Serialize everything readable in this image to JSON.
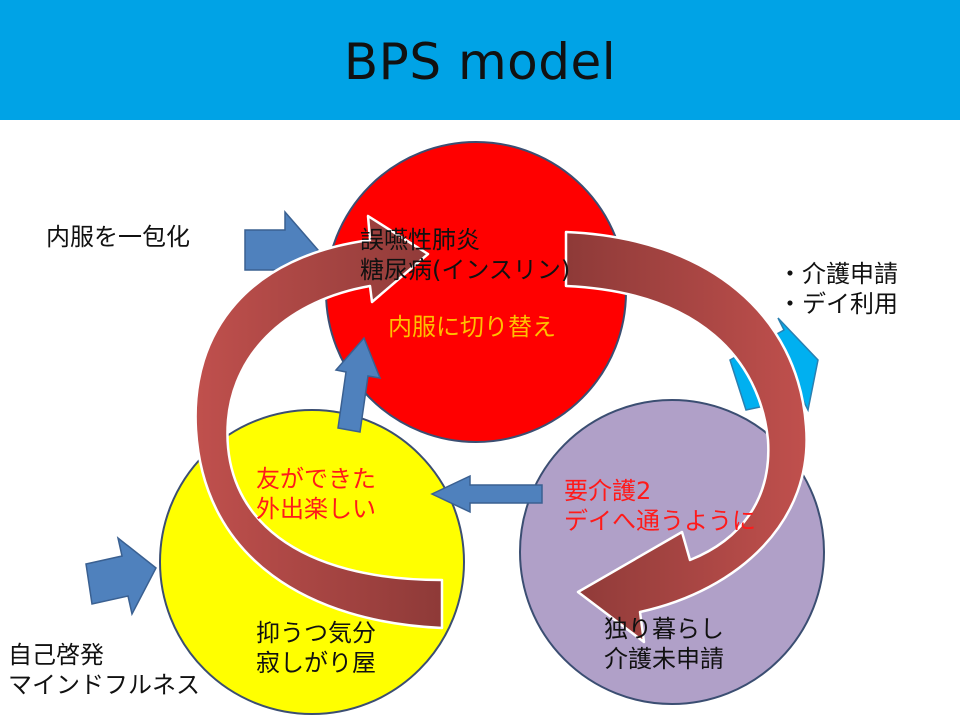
{
  "title": "BPS model",
  "circles": {
    "bio": {
      "lines": [
        "誤嚥性肺炎",
        "糖尿病(インスリン)"
      ],
      "note": "内服に切り替え",
      "color": "#ff0000"
    },
    "psycho": {
      "lines": [
        "抑うつ気分",
        "寂しがり屋"
      ],
      "note_lines": [
        "友ができた",
        "外出楽しい"
      ],
      "color": "#ffff00"
    },
    "social": {
      "lines": [
        "独り暮らし",
        "介護未申請"
      ],
      "note_lines": [
        "要介護2",
        "デイへ通うように"
      ],
      "color": "#b0a0c8"
    }
  },
  "side_labels": {
    "top_left": "内服を一包化",
    "top_right": [
      "・介護申請",
      "・デイ利用"
    ],
    "bottom_left": [
      "自己啓発",
      "マインドフルネス"
    ]
  },
  "colors": {
    "title_bar": "#00a3e6",
    "curved_arrow": "#c0504d",
    "curved_arrow_dark": "#8e3a38",
    "block_arrow": "#4f81bd",
    "block_arrow_cyan": "#00b0f0"
  }
}
